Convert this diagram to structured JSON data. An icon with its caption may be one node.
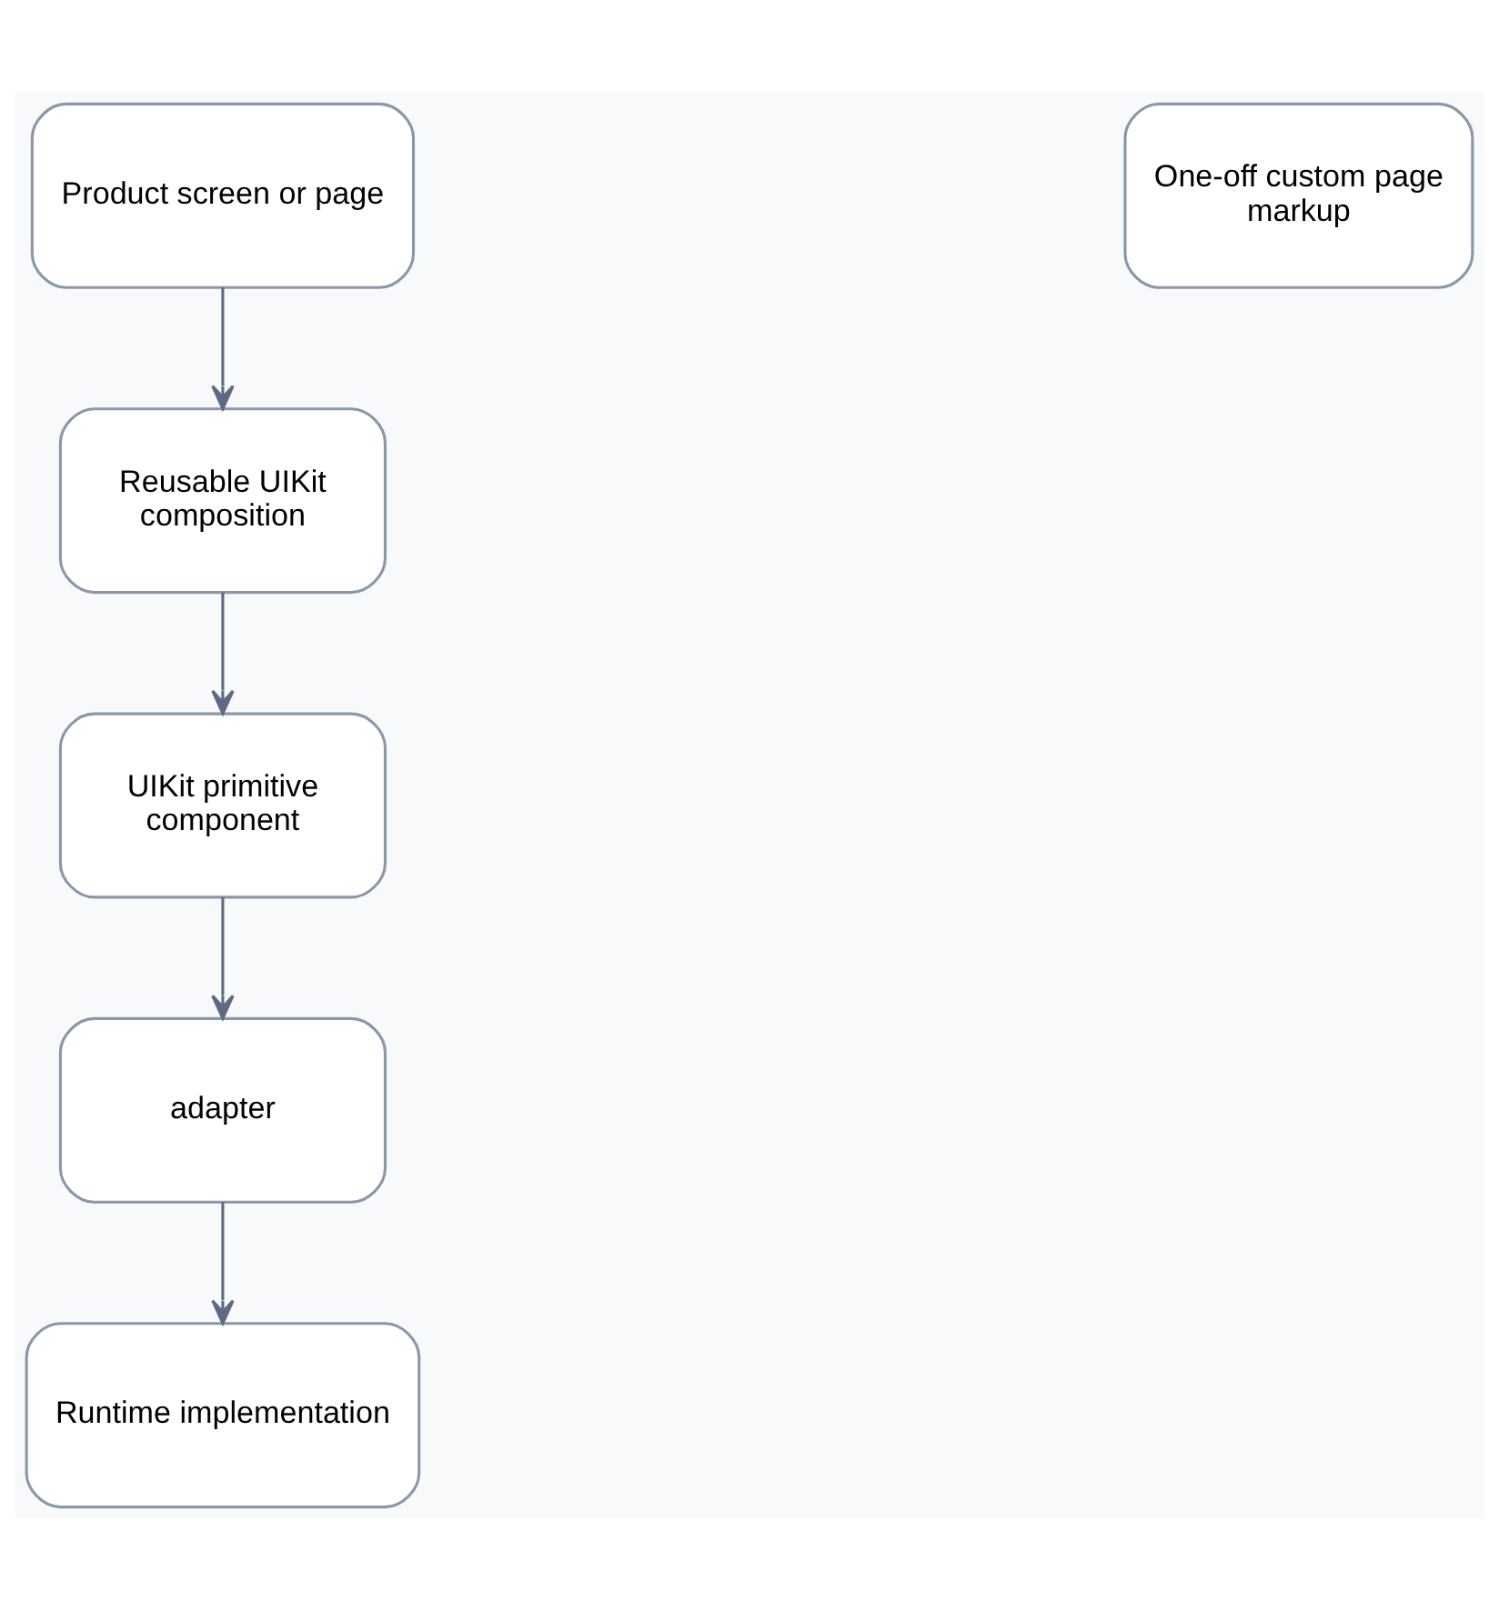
{
  "diagram": {
    "nodes": [
      {
        "text": [
          "Product screen or page"
        ]
      },
      {
        "text": [
          "One-off custom page markup"
        ]
      },
      {
        "text": [
          "Reusable UIKit composition"
        ]
      },
      {
        "text": [
          "UIKit primitive component"
        ]
      },
      {
        "text": [
          "adapter"
        ]
      },
      {
        "text": [
          "Runtime implementation"
        ]
      }
    ],
    "edges": [
      {
        "from": 0,
        "to": 2,
        "arrow": "to"
      },
      {
        "from": 2,
        "to": 3,
        "arrow": "to"
      },
      {
        "from": 3,
        "to": 4,
        "arrow": "to"
      },
      {
        "from": 4,
        "to": 5,
        "arrow": "to"
      }
    ]
  }
}
